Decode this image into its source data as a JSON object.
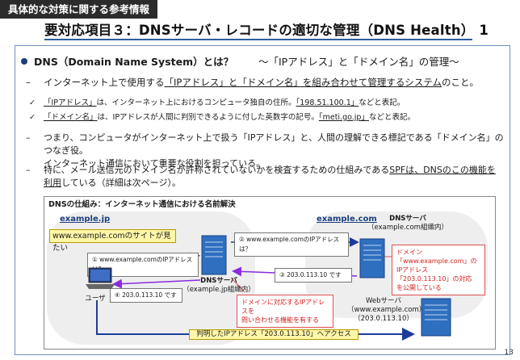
{
  "header": {
    "tag": "具体的な対策に関する参考情報",
    "title": "要対応項目３：DNSサーバ・レコードの適切な管理（DNS Health） 1"
  },
  "bullet": {
    "title": "DNS（Domain Name System）とは？",
    "subtitle": "〜「IPアドレス」と「ドメイン名」の管理〜"
  },
  "dash1": {
    "pre": "インターネット上で使用する",
    "underlined": "「IPアドレス」と「ドメイン名」を組み合わせて管理するシステム",
    "post": "のこと。"
  },
  "check1": {
    "term": "「IPアドレス」",
    "text": "は、インターネット上におけるコンピュータ独自の住所。",
    "example": "「198.51.100.1」",
    "tail": "などと表記。"
  },
  "check2": {
    "term": "「ドメイン名」",
    "text": "は、IPアドレスが人間に判別できるように付した英数字の記号。",
    "example": "「meti.go.jp」",
    "tail": "などと表記。"
  },
  "dash2": {
    "line1": "つまり、コンピュータがインターネット上で扱う「IPアドレス」と、人間の理解できる標記である「ドメイン名」のつなぎ役。",
    "line2": "インターネット通信において重要な役割を担っている。"
  },
  "dash3": {
    "pre": "特に、メール送信元のドメイン名が許称されていないかを検査するための仕組みである",
    "underlined1": "SPFは、DNSのこの機能を",
    "underlined2": "利用",
    "post": "している（詳細は次ページ）。"
  },
  "diagram": {
    "title": "DNSの仕組み：インターネット通信における名前解決",
    "left_zone": "example.jp",
    "right_zone": "example.com",
    "user_request": "www.example.comのサイトが見たい",
    "step1": "① www.example.comのIPアドレスは？",
    "step2": "② www.example.comのIPアドレスは？",
    "step3": "③ 203.0.113.10 です",
    "step4": "④ 203.0.113.10 です",
    "user_label": "ユーザ",
    "dns_left_name": "DNSサーバ",
    "dns_left_org": "（example.jp組織内）",
    "dns_right_name": "DNSサーバ",
    "dns_right_org": "（example.com組織内）",
    "red_note_left_1": "ドメインに対応するIPアドレスを",
    "red_note_left_2": "問い合わせる機能を有する",
    "red_note_right": [
      "ドメイン",
      "「www.example.com」の",
      "IPアドレス",
      "「203.0.113.10」の対応",
      "を公開している"
    ],
    "web_name": "Webサーバ",
    "web_host": "（www.example.com）",
    "web_ip": "（203.0.113.10）",
    "access": "判明したIPアドレス「203.0.113.10」へアクセス"
  },
  "page_number": "13",
  "colors": {
    "rule": "#2e5e9e",
    "frame": "#6f8fbf",
    "highlight": "#fff7a8",
    "red": "#d32020",
    "server": "#2f6fc0"
  }
}
